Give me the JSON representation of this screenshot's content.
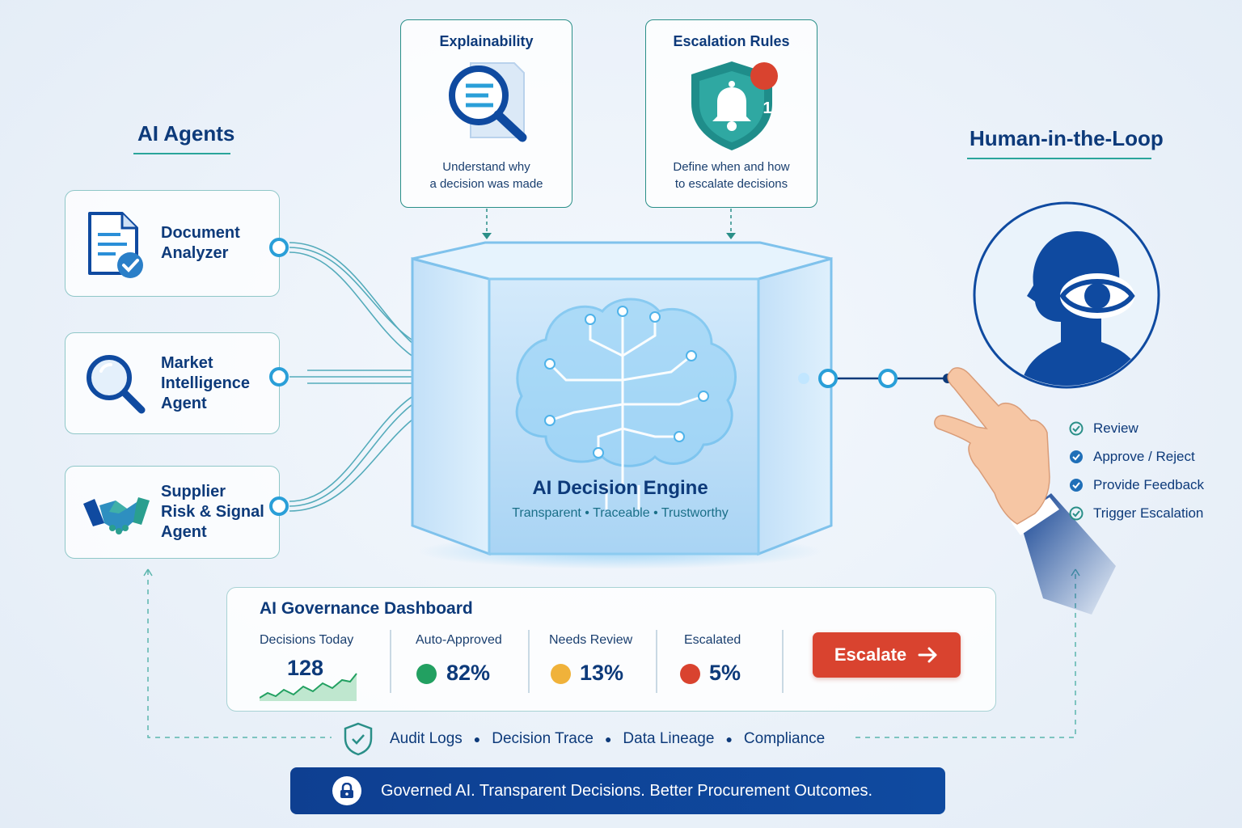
{
  "left_section": {
    "title": "AI Agents",
    "agents": [
      {
        "lines": [
          "Document",
          "Analyzer"
        ],
        "icon": "document-check-icon"
      },
      {
        "lines": [
          "Market",
          "Intelligence",
          "Agent"
        ],
        "icon": "magnifier-icon"
      },
      {
        "lines": [
          "Supplier",
          "Risk & Signal",
          "Agent"
        ],
        "icon": "handshake-icon"
      }
    ]
  },
  "top_boxes": {
    "explainability": {
      "title": "Explainability",
      "desc_lines": [
        "Understand why",
        "a decision was made"
      ],
      "icon": "magnifier-document-icon"
    },
    "escalation": {
      "title": "Escalation Rules",
      "desc_lines": [
        "Define when and how",
        "to escalate decisions"
      ],
      "icon": "shield-bell-icon",
      "badge": "1"
    }
  },
  "engine": {
    "title": "AI Decision Engine",
    "subtitle": "Transparent • Traceable • Trustworthy",
    "icon": "brain-circuit-icon"
  },
  "right_section": {
    "title": "Human-in-the-Loop",
    "icon": "human-eye-icon",
    "actions": [
      "Review",
      "Approve / Reject",
      "Provide Feedback",
      "Trigger Escalation"
    ]
  },
  "dashboard": {
    "title": "AI Governance Dashboard",
    "metrics": [
      {
        "label": "Decisions Today",
        "value": "128"
      },
      {
        "label": "Auto-Approved",
        "value": "82%",
        "color": "#22a061"
      },
      {
        "label": "Needs Review",
        "value": "13%",
        "color": "#f0b23a"
      },
      {
        "label": "Escalated",
        "value": "5%",
        "color": "#d9432f"
      }
    ],
    "button_label": "Escalate"
  },
  "audit": {
    "items": [
      "Audit Logs",
      "Decision Trace",
      "Data Lineage",
      "Compliance"
    ]
  },
  "banner": {
    "text": "Governed AI. Transparent Decisions. Better Procurement Outcomes."
  },
  "colors": {
    "navy": "#0d3a7a",
    "teal": "#2a8f88",
    "accent_red": "#d9432f",
    "green": "#22a061",
    "amber": "#f0b23a"
  }
}
